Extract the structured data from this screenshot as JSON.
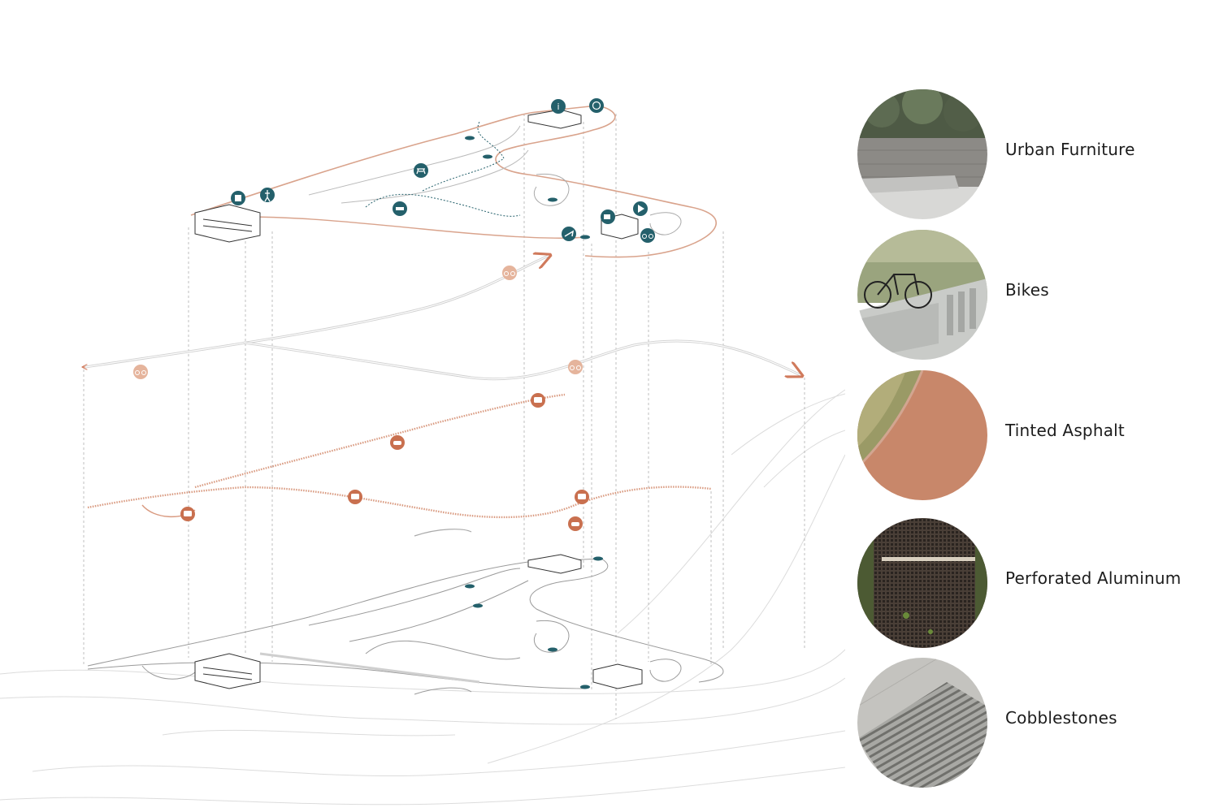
{
  "legend": {
    "items": [
      {
        "label": "Urban Furniture"
      },
      {
        "label": "Bikes"
      },
      {
        "label": "Tinted Asphalt"
      },
      {
        "label": "Perforated Aluminum"
      },
      {
        "label": "Cobblestones"
      }
    ]
  },
  "colors": {
    "teal": "#24606b",
    "terracotta": "#d07a5c",
    "light_terracotta": "#e5b49c",
    "line_gray": "#9a9a9a",
    "pale_gray": "#d6d6d6"
  },
  "icons": {
    "top_layer": [
      "info-icon",
      "globe-icon",
      "square-icon",
      "walking-icon",
      "picnic-table-icon",
      "bench-icon",
      "cafe-icon",
      "play-icon",
      "horse-icon",
      "bicycle-icon"
    ],
    "bike_layer": [
      "bike-icon",
      "bike-icon",
      "bike-icon"
    ],
    "transit_layer": [
      "bus-icon",
      "car-icon",
      "bus-icon",
      "bus-icon",
      "bus-icon",
      "car-icon"
    ]
  }
}
